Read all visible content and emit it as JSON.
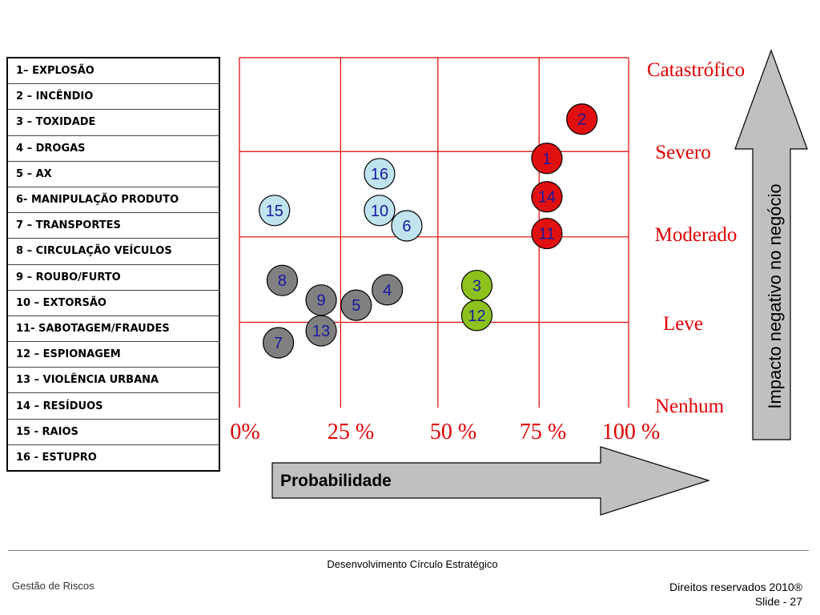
{
  "legend": {
    "items": [
      "1– EXPLOSÃO",
      "2 – INCÊNDIO",
      "3 – TOXIDADE",
      "4 – DROGAS",
      "5 – AX",
      "6-  MANIPULAÇÃO PRODUTO",
      "7 – TRANSPORTES",
      "8 – CIRCULAÇÃO VEÍCULOS",
      "9 – ROUBO/FURTO",
      "10 – EXTORSÃO",
      "11- SABOTAGEM/FRAUDES",
      "12 – ESPIONAGEM",
      "13 – VIOLÊNCIA URBANA",
      "14 – RESÍDUOS",
      "15 - RAIOS",
      "16 - ESTUPRO"
    ]
  },
  "chart_data": {
    "type": "scatter",
    "x_ticks": [
      "0%",
      "25 %",
      "50 %",
      "75 %",
      "100 %"
    ],
    "xlim": [
      0,
      100
    ],
    "y_levels": [
      "Nenhum",
      "Leve",
      "Moderado",
      "Severo",
      "Catastrófico"
    ],
    "ylim": [
      0,
      4.1
    ],
    "grid": true,
    "xlabel": "Probabilidade",
    "ylabel": "Impacto negativo no negócio",
    "colors": {
      "red": "#e01010",
      "lightblue": "#bfe4ee",
      "gray": "#808080",
      "green": "#8cc21c"
    },
    "points": [
      {
        "label": "2",
        "x": 88,
        "y": 3.38,
        "color": "red"
      },
      {
        "label": "1",
        "x": 79,
        "y": 2.92,
        "color": "red"
      },
      {
        "label": "14",
        "x": 79,
        "y": 2.47,
        "color": "red"
      },
      {
        "label": "11",
        "x": 79,
        "y": 2.04,
        "color": "red"
      },
      {
        "label": "16",
        "x": 36,
        "y": 2.74,
        "color": "lightblue"
      },
      {
        "label": "15",
        "x": 9,
        "y": 2.31,
        "color": "lightblue"
      },
      {
        "label": "10",
        "x": 36,
        "y": 2.31,
        "color": "lightblue"
      },
      {
        "label": "6",
        "x": 43,
        "y": 2.13,
        "color": "lightblue"
      },
      {
        "label": "8",
        "x": 11,
        "y": 1.49,
        "color": "gray"
      },
      {
        "label": "4",
        "x": 38,
        "y": 1.38,
        "color": "gray"
      },
      {
        "label": "9",
        "x": 21,
        "y": 1.26,
        "color": "gray"
      },
      {
        "label": "5",
        "x": 30,
        "y": 1.2,
        "color": "gray"
      },
      {
        "label": "13",
        "x": 21,
        "y": 0.9,
        "color": "gray"
      },
      {
        "label": "7",
        "x": 10,
        "y": 0.76,
        "color": "gray"
      },
      {
        "label": "3",
        "x": 61,
        "y": 1.43,
        "color": "green"
      },
      {
        "label": "12",
        "x": 61,
        "y": 1.08,
        "color": "green"
      }
    ]
  },
  "footer": {
    "center": "Desenvolvimento Círculo Estratégico",
    "left": "Gestão de Riscos",
    "rights": "Direitos reservados 2010®",
    "slide": "Slide - 27"
  }
}
